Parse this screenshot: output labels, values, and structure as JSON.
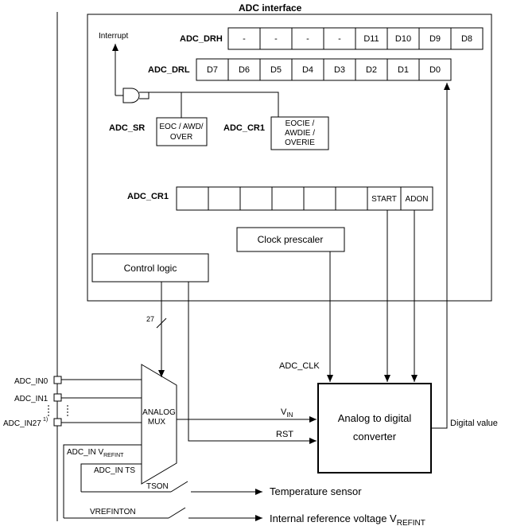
{
  "title": "ADC interface",
  "interrupt_label": "Interrupt",
  "adc_drh": {
    "name": "ADC_DRH",
    "cells": [
      "-",
      "-",
      "-",
      "-",
      "D11",
      "D10",
      "D9",
      "D8"
    ]
  },
  "adc_drl": {
    "name": "ADC_DRL",
    "cells": [
      "D7",
      "D6",
      "D5",
      "D4",
      "D3",
      "D2",
      "D1",
      "D0"
    ]
  },
  "adc_sr": {
    "name": "ADC_SR",
    "box_line1": "EOC / AWD/",
    "box_line2": "OVER"
  },
  "adc_cr1_flags": {
    "name": "ADC_CR1",
    "box_line1": "EOCIE /",
    "box_line2": "AWDIE /",
    "box_line3": "OVERIE"
  },
  "adc_cr1_reg": {
    "name": "ADC_CR1",
    "cells": [
      "",
      "",
      "",
      "",
      "",
      "",
      "START",
      "ADON"
    ]
  },
  "clock_prescaler": "Clock prescaler",
  "control_logic": "Control logic",
  "bus_width": "27",
  "adc_clk": "ADC_CLK",
  "inputs": {
    "in0": "ADC_IN0",
    "in1": "ADC_IN1",
    "in27": "ADC_IN27",
    "in27_note": "1)"
  },
  "mux": {
    "line1": "ANALOG",
    "line2": "MUX"
  },
  "vin": {
    "main": "V",
    "sub": "IN"
  },
  "rst": "RST",
  "adc_block": {
    "line1": "Analog to digital",
    "line2": "converter"
  },
  "digital_value": "Digital value",
  "vrefint_in": {
    "main": "ADC_IN V",
    "sub": "REFINT"
  },
  "ts_in": "ADC_IN TS",
  "tson": "TSON",
  "vrefinton": "VREFINTON",
  "temp_sensor": "Temperature sensor",
  "vref_label": {
    "main": "Internal reference voltage V",
    "sub": "REFINT"
  }
}
